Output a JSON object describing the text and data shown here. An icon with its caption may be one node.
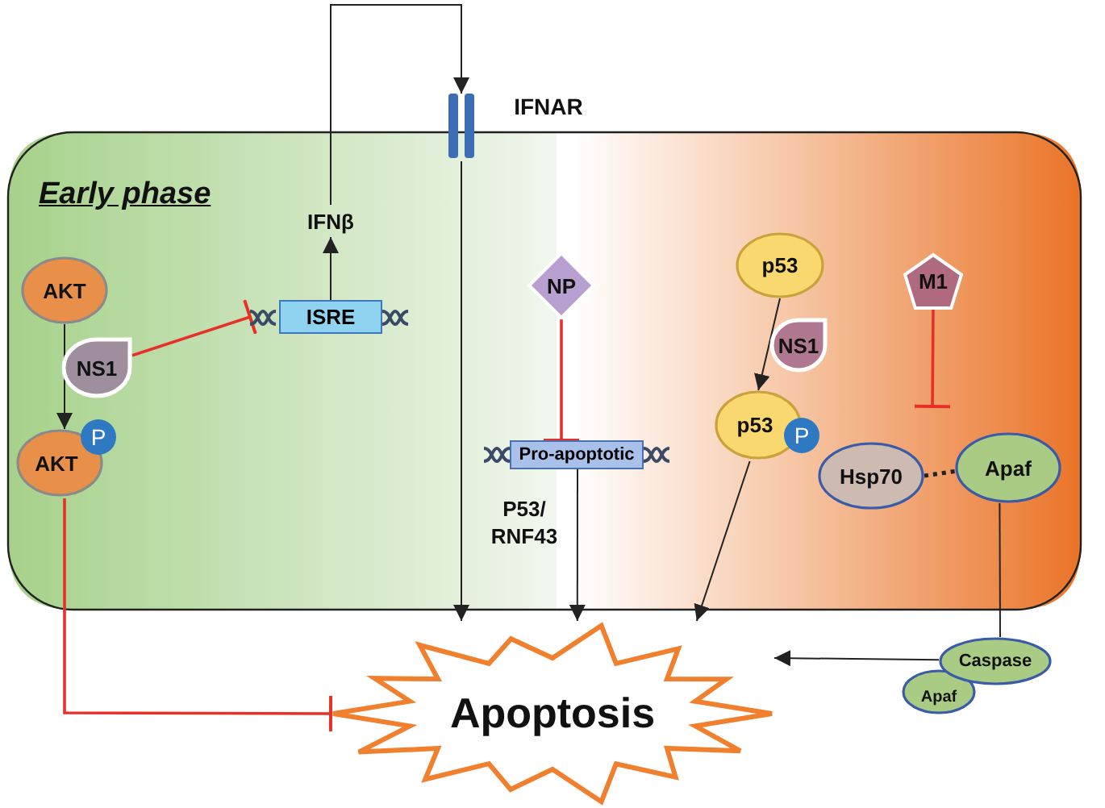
{
  "diagram": {
    "nodes": [
      {
        "text": [
          "IFNAR"
        ]
      },
      {
        "text": [
          "IFNβ"
        ]
      },
      {
        "text": [
          "ISRE"
        ]
      },
      {
        "text": [
          "AKT"
        ]
      },
      {
        "text": [
          "NS1"
        ]
      },
      {
        "text": [
          "AKT",
          "P"
        ]
      },
      {
        "text": [
          "NP"
        ]
      },
      {
        "text": [
          "Pro-apoptotic"
        ]
      },
      {
        "text": [
          "p53"
        ]
      },
      {
        "text": [
          "NS1"
        ]
      },
      {
        "text": [
          "p53",
          "P"
        ]
      },
      {
        "text": [
          "M1"
        ]
      },
      {
        "text": [
          "Hsp70"
        ]
      },
      {
        "text": [
          "Apaf"
        ]
      },
      {
        "text": [
          "Caspase"
        ]
      },
      {
        "text": [
          "Apaf"
        ]
      },
      {
        "text": [
          "Apoptosis"
        ]
      }
    ],
    "edges": [
      {
        "from": 1,
        "to": 0,
        "arrow": "to"
      },
      {
        "from": 2,
        "to": 1,
        "arrow": "to"
      },
      {
        "from": 3,
        "to": 5,
        "arrow": "to"
      },
      {
        "from": 4,
        "to": 2,
        "arrow": "other",
        "color": "#e8302a"
      },
      {
        "from": 5,
        "to": 16,
        "arrow": "other",
        "color": "#e8302a"
      },
      {
        "from": 0,
        "to": 16,
        "arrow": "to"
      },
      {
        "from": 6,
        "to": 7,
        "arrow": "other",
        "color": "#e8302a"
      },
      {
        "from": 7,
        "to": 16,
        "arrow": "to",
        "label": "P53/ RNF43"
      },
      {
        "from": 8,
        "to": 10,
        "arrow": "to"
      },
      {
        "from": 10,
        "to": 16,
        "arrow": "to"
      },
      {
        "from": 11,
        "to": null,
        "arrow": "other",
        "color": "#e8302a"
      },
      {
        "from": 12,
        "to": 13,
        "arrow": "none",
        "style": "dashed"
      },
      {
        "from": 13,
        "to": 14,
        "arrow": "none"
      },
      {
        "from": 14,
        "to": 16,
        "arrow": "to"
      }
    ],
    "labels": [
      "Early phase"
    ]
  }
}
